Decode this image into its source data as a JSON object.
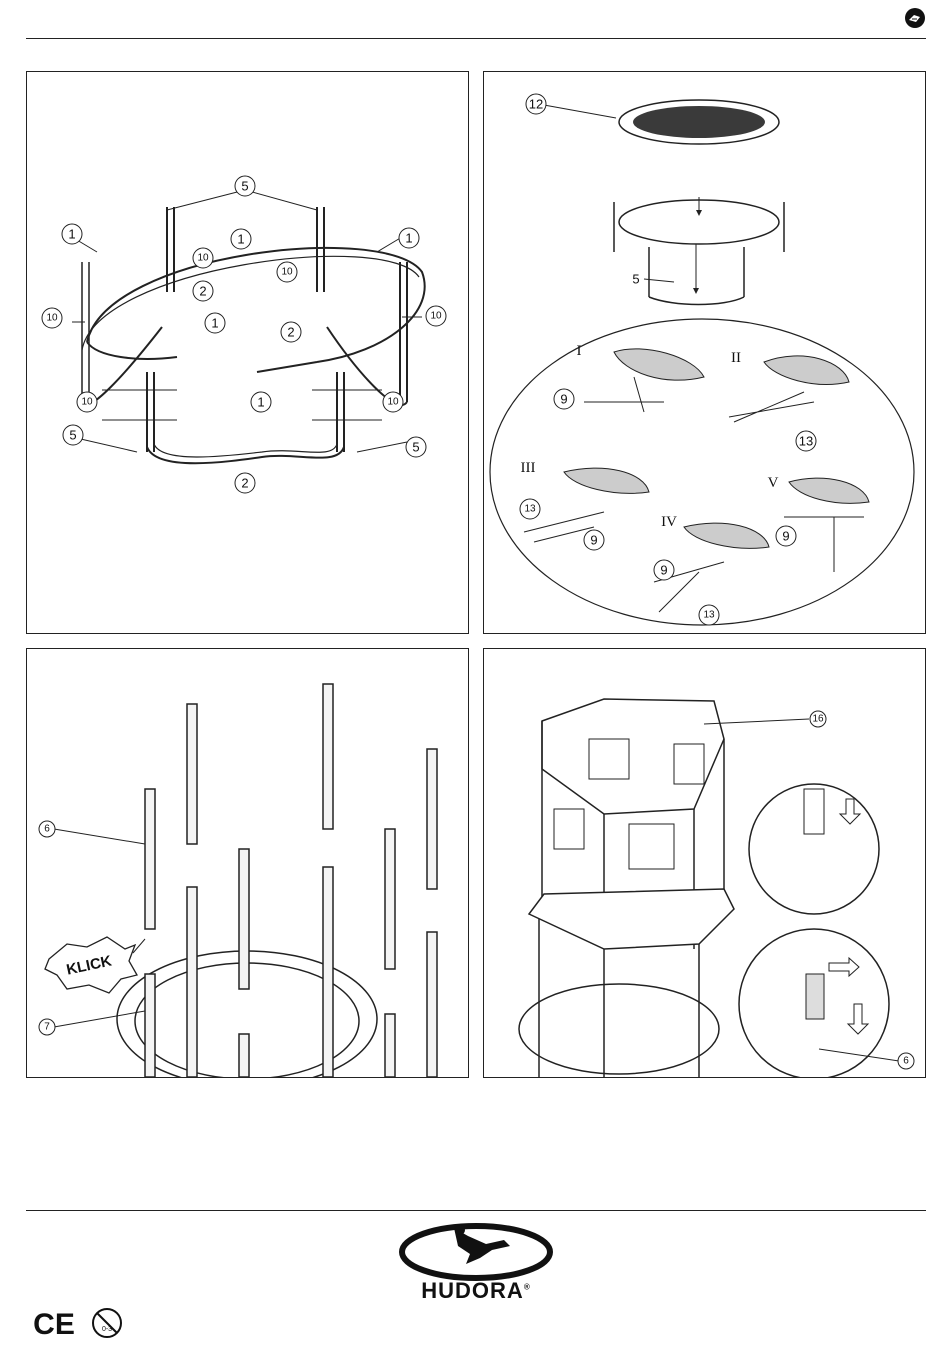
{
  "header": {
    "icon": "manual-book-icon"
  },
  "panel1": {
    "labels": {
      "rail": "1",
      "leg": "2",
      "post": "5",
      "screw": "10"
    }
  },
  "panel2": {
    "labels": {
      "mat": "12",
      "post": "5",
      "spring": "9",
      "tool": "13"
    },
    "steps": [
      "I",
      "II",
      "III",
      "IV",
      "V"
    ]
  },
  "panel3": {
    "labels": {
      "upper_pole": "6",
      "lower_pole": "7"
    },
    "klick": "KLICK"
  },
  "panel4": {
    "labels": {
      "net": "16",
      "pole": "6"
    }
  },
  "footer": {
    "brand": "HUDORA",
    "registered": "®",
    "ce_mark": "CE",
    "age_warning": "0-3",
    "icons": [
      "ce-mark-icon",
      "age-warning-icon",
      "skater-logo-icon"
    ]
  }
}
